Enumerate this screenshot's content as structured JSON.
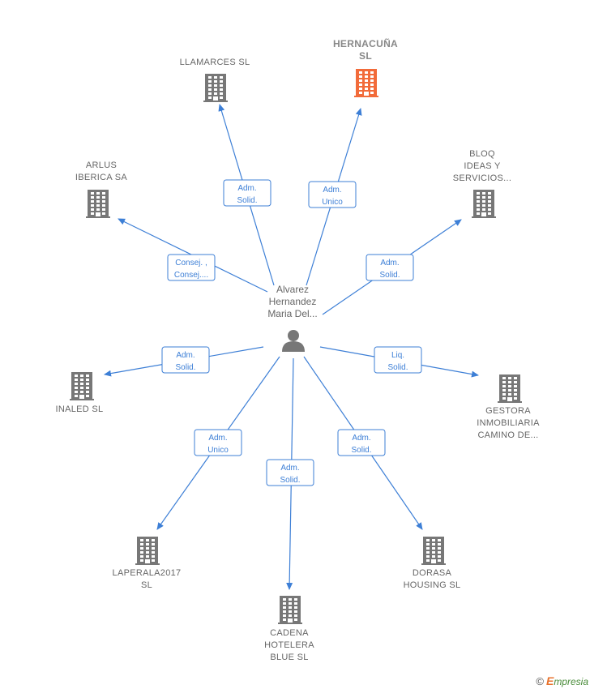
{
  "colors": {
    "edge": "#3d7fd6",
    "building": "#777777",
    "highlight": "#f26b3a"
  },
  "center": {
    "label_lines": [
      "Alvarez",
      "Hernandez",
      "Maria Del..."
    ],
    "icon": "person-icon"
  },
  "companies": [
    {
      "key": "llamarces",
      "label_lines": [
        "LLAMARCES SL"
      ],
      "highlight": false,
      "relation": [
        "Adm.",
        "Solid."
      ]
    },
    {
      "key": "hernacuna",
      "label_lines": [
        "HERNACUÑA",
        "SL"
      ],
      "highlight": true,
      "relation": [
        "Adm.",
        "Unico"
      ]
    },
    {
      "key": "arlus",
      "label_lines": [
        "ARLUS",
        "IBERICA SA"
      ],
      "highlight": false,
      "relation": [
        "Consej. ,",
        "Consej...."
      ]
    },
    {
      "key": "bloq",
      "label_lines": [
        "BLOQ",
        "IDEAS Y",
        "SERVICIOS..."
      ],
      "highlight": false,
      "relation": [
        "Adm.",
        "Solid."
      ]
    },
    {
      "key": "inaled",
      "label_lines": [
        "INALED  SL"
      ],
      "highlight": false,
      "relation": [
        "Adm.",
        "Solid."
      ]
    },
    {
      "key": "gestora",
      "label_lines": [
        "GESTORA",
        "INMOBILIARIA",
        "CAMINO DE..."
      ],
      "highlight": false,
      "relation": [
        "Liq.",
        "Solid."
      ]
    },
    {
      "key": "laperala",
      "label_lines": [
        "LAPERALA2017",
        "SL"
      ],
      "highlight": false,
      "relation": [
        "Adm.",
        "Unico"
      ]
    },
    {
      "key": "cadena",
      "label_lines": [
        "CADENA",
        "HOTELERA",
        "BLUE SL"
      ],
      "highlight": false,
      "relation": [
        "Adm.",
        "Solid."
      ]
    },
    {
      "key": "dorasa",
      "label_lines": [
        "DORASA",
        "HOUSING   SL"
      ],
      "highlight": false,
      "relation": [
        "Adm.",
        "Solid."
      ]
    }
  ],
  "footer": {
    "copyright": "©",
    "brand_initial": "E",
    "brand_rest": "mpresia"
  }
}
